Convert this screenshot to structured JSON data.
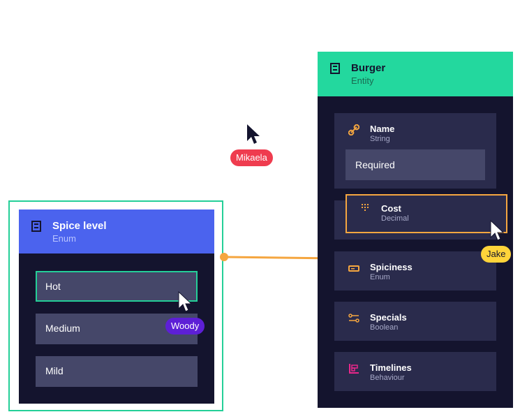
{
  "colors": {
    "spice_header": "#4b63ee",
    "burger_header": "#23d89e",
    "card_bg": "#14142e",
    "field_bg": "#2a2b4c",
    "option_bg": "#454769",
    "selection_green": "#24cf98",
    "connector_orange": "#f5a640",
    "mikaela": "#ef3c4f",
    "woody": "#5d1fd6",
    "jake": "#ffd43a"
  },
  "spice_card": {
    "icon": "document-icon",
    "title": "Spice level",
    "subtitle": "Enum",
    "options": [
      "Hot",
      "Medium",
      "Mild"
    ]
  },
  "burger_card": {
    "icon": "document-icon",
    "title": "Burger",
    "subtitle": "Entity",
    "fields": [
      {
        "icon": "link-icon",
        "title": "Name",
        "subtitle": "String",
        "extra": "Required"
      },
      {
        "icon": "hash-icon",
        "title": "Cost",
        "subtitle": "Decimal"
      },
      {
        "icon": "enum-icon",
        "title": "Spiciness",
        "subtitle": "Enum"
      },
      {
        "icon": "toggle-icon",
        "title": "Specials",
        "subtitle": "Boolean"
      },
      {
        "icon": "timeline-icon",
        "title": "Timelines",
        "subtitle": "Behaviour"
      }
    ]
  },
  "cursors": {
    "mikaela": "Mikaela",
    "woody": "Woody",
    "jake": "Jake"
  }
}
